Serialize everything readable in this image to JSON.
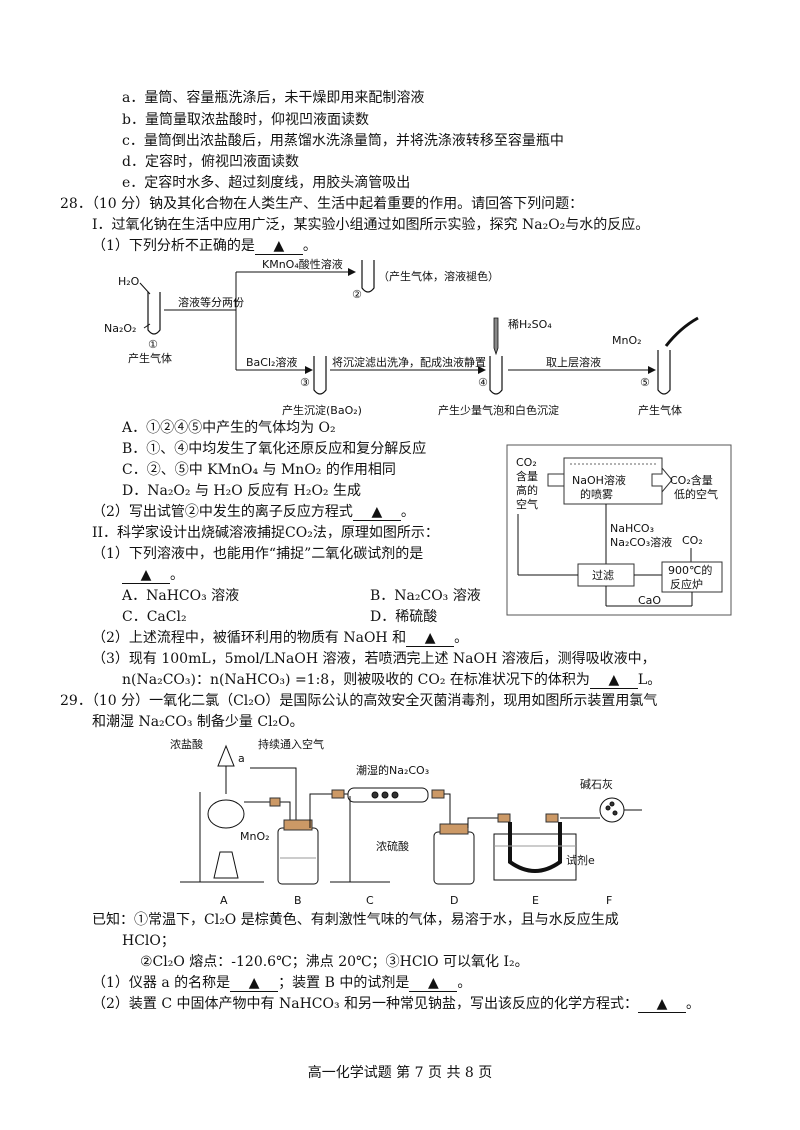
{
  "q27_options": [
    "a．量筒、容量瓶洗涤后，未干燥即用来配制溶液",
    "b．量筒量取浓盐酸时，仰视凹液面读数",
    "c．量筒倒出浓盐酸后，用蒸馏水洗涤量筒，并将洗涤液转移至容量瓶中",
    "d．定容时，俯视凹液面读数",
    "e．定容时水多、超过刻度线，用胶头滴管吸出"
  ],
  "q28": {
    "header": "28．（10 分）钠及其化合物在人类生产、生活中起着重要的作用。请回答下列问题：",
    "part1_intro": "I．过氧化钠在生活中应用广泛，某实验小组通过如图所示实验，探究 Na₂O₂与水的反应。",
    "sub1": "（1）下列分析不正确的是",
    "sub1_end": "。",
    "blank": "▲",
    "flow": {
      "h2o": "H₂O",
      "na2o2": "Na₂O₂",
      "t1": "①",
      "t1_label": "产生气体",
      "split": "溶液等分两份",
      "kmno4": "KMnO₄酸性溶液",
      "t2": "②",
      "t2_label": "（产生气体，溶液褪色）",
      "bacl2": "BaCl₂溶液",
      "t3": "③",
      "t3_label": "产生沉淀(BaO₂)",
      "wash": "将沉淀滤出洗净，配成浊液静置",
      "h2so4": "稀H₂SO₄",
      "t4": "④",
      "t4_label": "产生少量气泡和白色沉淀",
      "take": "取上层溶液",
      "mno2": "MnO₂",
      "t5": "⑤",
      "t5_label": "产生气体"
    },
    "options": [
      "A．①②④⑤中产生的气体均为 O₂",
      "B．①、④中均发生了氧化还原反应和复分解反应",
      "C．②、⑤中 KMnO₄ 与 MnO₂ 的作用相同",
      "D．Na₂O₂ 与 H₂O 反应有 H₂O₂ 生成"
    ],
    "sub2": "（2）写出试管②中发生的离子反应方程式",
    "sub2_end": "。",
    "part2_intro": "II．科学家设计出烧碱溶液捕捉CO₂法，原理如图所示：",
    "p2_sub1": "（1）下列溶液中，也能用作“捕捉”二氧化碳试剂的是",
    "p2_sub1_end": "。",
    "p2_options": [
      "A．NaHCO₃ 溶液",
      "B．Na₂CO₃ 溶液",
      "C．CaCl₂",
      "D．稀硫酸"
    ],
    "p2_sub2": "（2）上述流程中，被循环利用的物质有 NaOH 和",
    "p2_sub2_end": "。",
    "p2_sub3a": "（3）现有 100mL，5mol/LNaOH 溶液，若喷洒完上述 NaOH 溶液后，测得吸收液中，",
    "p2_sub3b": "n(Na₂CO₃)：n(NaHCO₃) =1:8，则被吸收的 CO₂ 在标准状况下的体积为",
    "p2_sub3b_end": "L。",
    "co2": {
      "in1": "CO₂",
      "in2": "含量",
      "in3": "高的",
      "in4": "空气",
      "spray1": "NaOH溶液",
      "spray2": "的喷雾",
      "out1": "CO₂含量",
      "out2": "低的空气",
      "mid1": "NaHCO₃",
      "mid2": "Na₂CO₃溶液",
      "co2out": "CO₂",
      "filter": "过滤",
      "furnace1": "900℃的",
      "furnace2": "反应炉",
      "cao": "CaO"
    }
  },
  "q29": {
    "header1": "29．（10 分）一氧化二氯（Cl₂O）是国际公认的高效安全灭菌消毒剂，现用如图所示装置用氯气",
    "header2": "和潮湿 Na₂CO₃ 制备少量 Cl₂O。",
    "app": {
      "hcl": "浓盐酸",
      "a": "a",
      "air": "持续通入空气",
      "mno2": "MnO₂",
      "na2co3": "潮湿的Na₂CO₃",
      "h2so4": "浓硫酸",
      "lime": "碱石灰",
      "reagent": "试剂e",
      "A": "A",
      "B": "B",
      "C": "C",
      "D": "D",
      "E": "E",
      "F": "F"
    },
    "known1": "已知：①常温下，Cl₂O 是棕黄色、有刺激性气味的气体，易溶于水，且与水反应生成",
    "known1b": "HClO；",
    "known2": "②Cl₂O 熔点：-120.6℃；沸点 20℃；③HClO 可以氧化 I₂。",
    "sub1a": "（1）仪器 a 的名称是",
    "sub1b": "；装置 B 中的试剂是",
    "sub1c": "。",
    "sub2": "（2）装置 C 中固体产物中有 NaHCO₃ 和另一种常见钠盐，写出该反应的化学方程式：",
    "sub2_end": "。"
  },
  "footer": "高一化学试题   第 7 页  共 8 页"
}
